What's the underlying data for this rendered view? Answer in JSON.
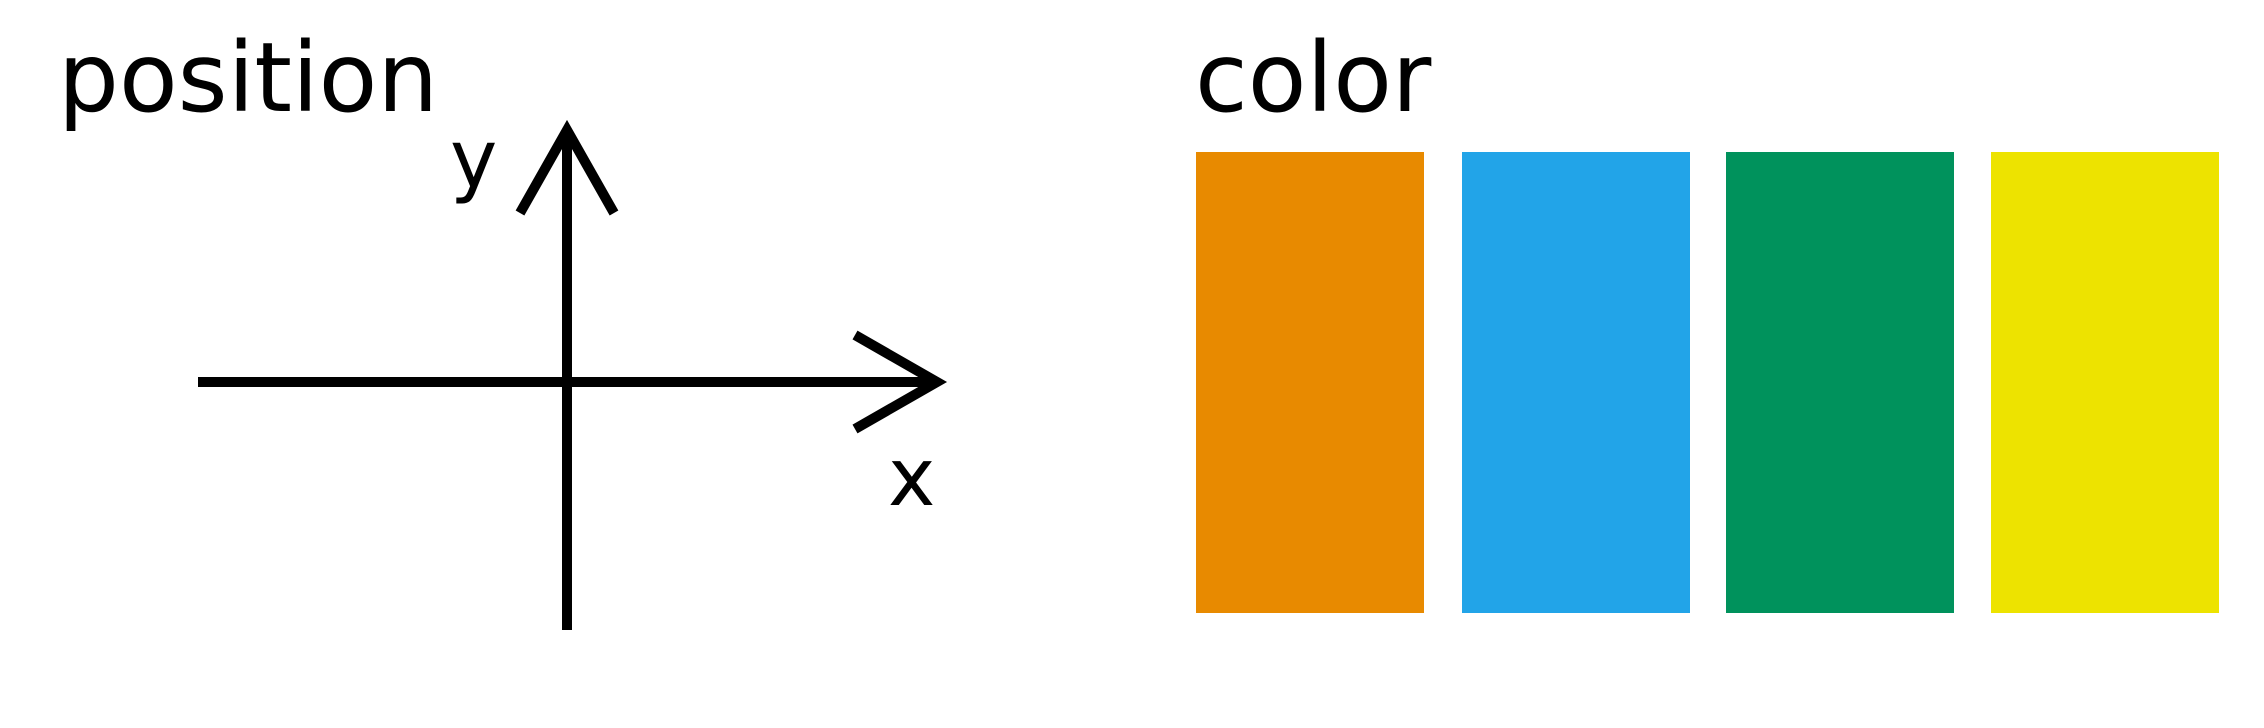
{
  "position_panel": {
    "title": "position",
    "x_axis_label": "x",
    "y_axis_label": "y"
  },
  "color_panel": {
    "title": "color",
    "swatches": [
      {
        "color": "#E88A00"
      },
      {
        "color": "#22A4E8"
      },
      {
        "color": "#00925C"
      },
      {
        "color": "#EDE300"
      }
    ]
  },
  "colors": {
    "stroke": "#000000",
    "background": "#FFFFFF"
  }
}
